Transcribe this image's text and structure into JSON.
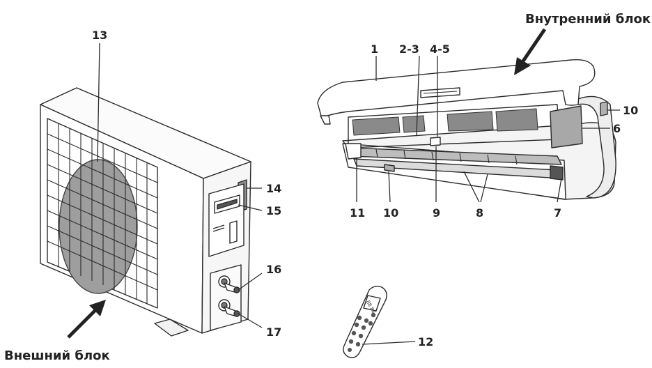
{
  "titles": {
    "indoor_unit": "Внутренний блок",
    "outdoor_unit": "Внешний блок"
  },
  "callouts": {
    "c1": "1",
    "c2_3": "2-3",
    "c4_5": "4-5",
    "c6": "6",
    "c7": "7",
    "c8": "8",
    "c9": "9",
    "c10_bottom": "10",
    "c10_side": "10",
    "c11": "11",
    "c12": "12",
    "c13": "13",
    "c14": "14",
    "c15": "15",
    "c16": "16",
    "c17": "17"
  },
  "remote_display_text": "88 88",
  "colors": {
    "line": "#2a2a2a",
    "fan_fill": "#9e9e9e",
    "panel_fill": "#f4f4f4",
    "filter_fill": "#8a8a8a",
    "dark_part": "#555555"
  }
}
